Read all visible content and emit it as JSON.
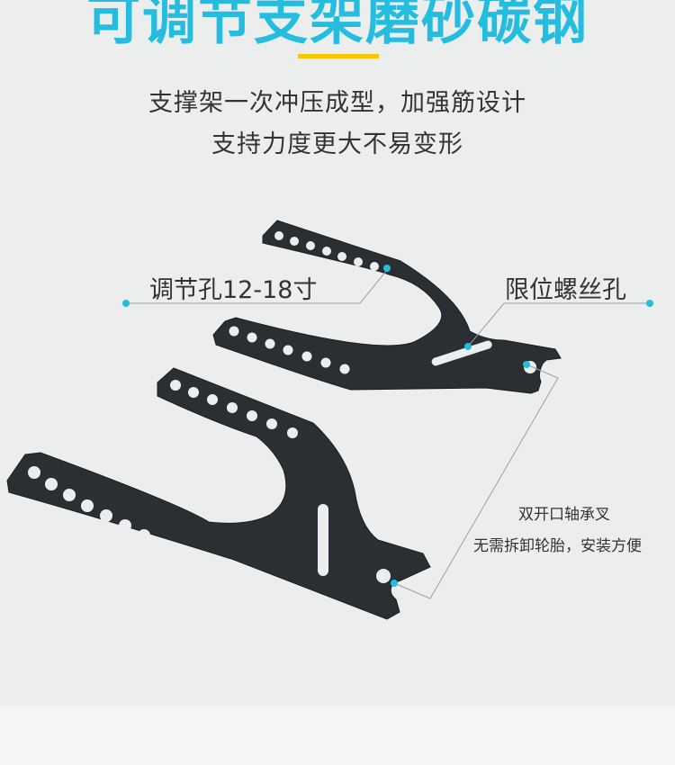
{
  "headline": "可调节支架磨砂碳钢",
  "subtitle": {
    "line1": "支撑架一次冲压成型，加强筋设计",
    "line2": "支持力度更大不易变形"
  },
  "callouts": {
    "adjust_holes": "调节孔12-18寸",
    "limit_screw_hole": "限位螺丝孔",
    "fork_line1": "双开口轴承叉",
    "fork_line2": "无需拆卸轮胎，安装方便"
  },
  "colors": {
    "accent": "#24bde0",
    "divider": "#f8c900",
    "bracket": "#2b2f33",
    "text": "#333333"
  }
}
